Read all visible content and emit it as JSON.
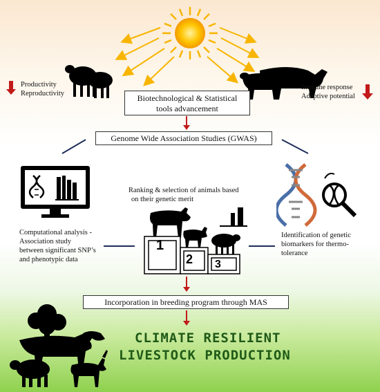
{
  "top_box": {
    "line1": "Biotechnological & Statistical",
    "line2": "tools advancement"
  },
  "left_top": {
    "line1": "Productivity",
    "line2": "Reproductivity"
  },
  "right_top": {
    "line1": "Immune response",
    "line2": "Adaptive potential"
  },
  "gwas_box": "Genome Wide Association Studies (GWAS)",
  "ranking": {
    "line1": "Ranking & selection of animals based",
    "line2": "on their genetic merit"
  },
  "computational": {
    "line1": "Computational analysis -",
    "line2": "Association study",
    "line3": "between significant SNP’s",
    "line4": "and phenotypic data"
  },
  "identification": {
    "line1": "Identification of genetic",
    "line2": "biomarkers for thermo-",
    "line3": "tolerance"
  },
  "podium": {
    "first": "1",
    "second": "2",
    "third": "3"
  },
  "mas_box": "Incorporation in breeding program through MAS",
  "final": {
    "line1": "CLIMATE RESILIENT",
    "line2": "LIVESTOCK PRODUCTION"
  },
  "colors": {
    "down_arrow": "#c21a1a",
    "final_text": "#1f5a18",
    "sun": "#f7b500",
    "connector": "#1f2e5a"
  },
  "icons": [
    "sun-icon",
    "sheep-icon",
    "buffalo-icon",
    "computer-icon",
    "dna-icon",
    "magnifier-icon",
    "cow-icon",
    "goat-icon",
    "tree-icon",
    "bar-chart-icon"
  ]
}
